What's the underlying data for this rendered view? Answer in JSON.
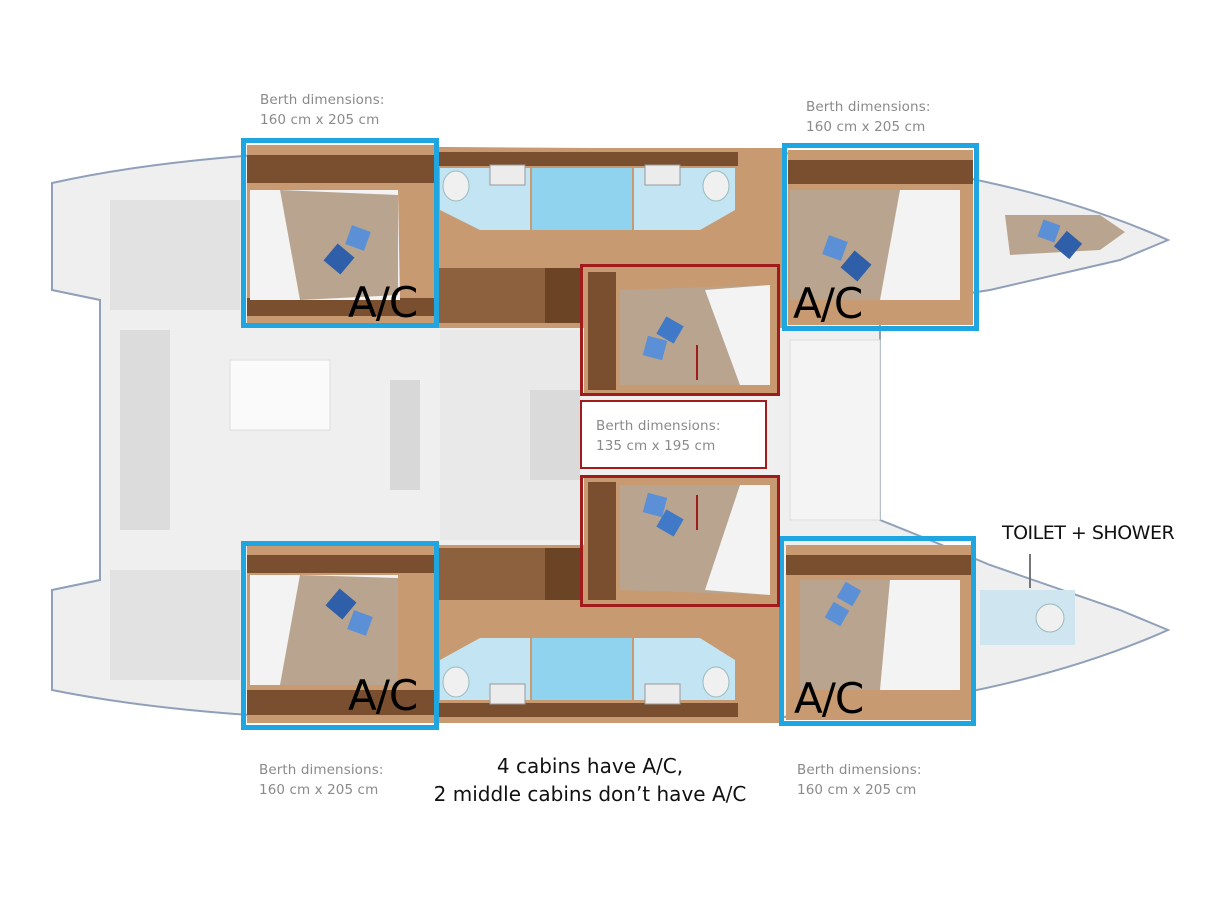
{
  "diagram": {
    "type": "catamaran-layout-plan",
    "colors": {
      "ac_box": "#1fa6e0",
      "no_ac_box": "#a01c1c",
      "wood_dark": "#7a4f30",
      "wood_light": "#c79a72",
      "bed": "#b9a58f",
      "pillow": "#3f79c7",
      "bath": "#a9dcef",
      "hull_gray": "#e6e6e6",
      "label_gray": "#8a8a8a"
    },
    "cabins": [
      {
        "id": "top-left",
        "ac": true,
        "ac_label": "A/C",
        "berth_title": "Berth dimensions:",
        "berth_size": "160 cm x 205 cm"
      },
      {
        "id": "top-right",
        "ac": true,
        "ac_label": "A/C",
        "berth_title": "Berth dimensions:",
        "berth_size": "160 cm x 205 cm"
      },
      {
        "id": "bottom-left",
        "ac": true,
        "ac_label": "A/C",
        "berth_title": "Berth dimensions:",
        "berth_size": "160 cm x 205 cm"
      },
      {
        "id": "bottom-right",
        "ac": true,
        "ac_label": "A/C",
        "berth_title": "Berth dimensions:",
        "berth_size": "160 cm x 205 cm"
      },
      {
        "id": "middle-top",
        "ac": false
      },
      {
        "id": "middle-bottom",
        "ac": false
      }
    ],
    "middle_berth": {
      "title": "Berth dimensions:",
      "size": "135 cm x 195 cm"
    },
    "toilet_label": "TOILET + SHOWER",
    "note_line1": "4 cabins have A/C,",
    "note_line2": "2 middle cabins don’t have A/C"
  }
}
